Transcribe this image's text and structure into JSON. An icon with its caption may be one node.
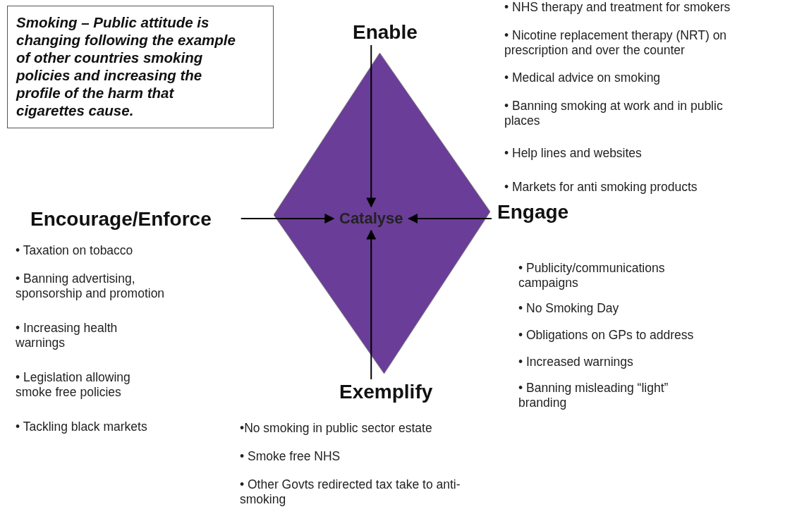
{
  "diagram": {
    "nodes": [
      {
        "text": [
          "Smoking – Public attitude is changing following the example of other countries smoking policies and increasing the profile of the harm that cigarettes cause."
        ]
      },
      {
        "text": [
          "Enable"
        ]
      },
      {
        "text": [
          "Encourage/Enforce"
        ]
      },
      {
        "text": [
          "Catalyse"
        ]
      },
      {
        "text": [
          "Engage"
        ]
      },
      {
        "text": [
          "Exemplify"
        ]
      }
    ],
    "edges": [
      {
        "from": 1,
        "to": 3,
        "arrow": "to"
      },
      {
        "from": 2,
        "to": 3,
        "arrow": "to"
      },
      {
        "from": 4,
        "to": 3,
        "arrow": "to"
      },
      {
        "from": 5,
        "to": 3,
        "arrow": "to"
      }
    ],
    "labels": [
      "• NHS therapy and treatment for smokers",
      "• Nicotine replacement therapy (NRT) on prescription and over the counter",
      "• Medical advice on smoking",
      "• Banning smoking at work and in public places",
      "• Help lines and websites",
      "• Markets for anti smoking products",
      "• Taxation on tobacco",
      "• Banning advertising, sponsorship and promotion",
      "• Increasing health warnings",
      "• Legislation allowing smoke free policies",
      "• Tackling black markets",
      "• Publicity/communications campaigns",
      "• No Smoking Day",
      "• Obligations on GPs to address",
      "• Increased warnings",
      "• Banning misleading “light” branding",
      "•No smoking in public sector estate",
      "• Smoke free NHS",
      "• Other Govts redirected tax take to anti-smoking"
    ]
  }
}
